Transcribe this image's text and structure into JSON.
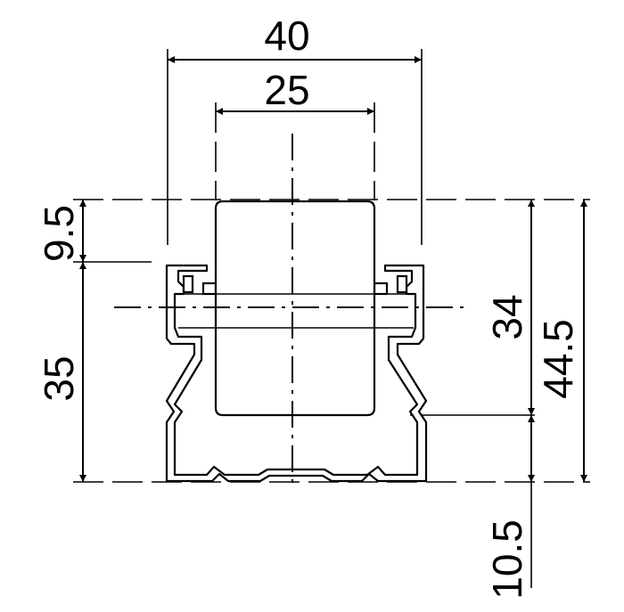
{
  "dimensions": {
    "width_outer": "40",
    "width_roller": "25",
    "height_top_offset": "9.5",
    "height_profile": "35",
    "height_roller_axis": "34",
    "height_total": "44.5",
    "height_bottom_offset": "10.5"
  }
}
